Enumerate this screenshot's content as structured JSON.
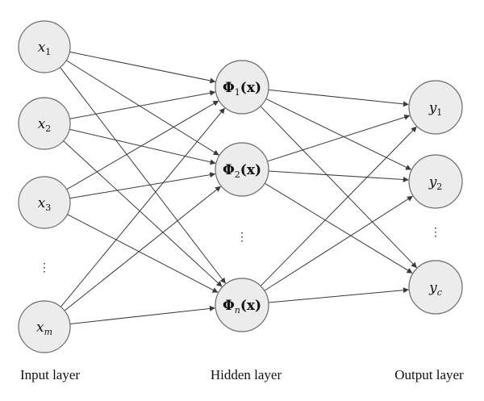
{
  "input_layer": {
    "label": "Input layer",
    "nodes": [
      {
        "base": "x",
        "sub": "1"
      },
      {
        "base": "x",
        "sub": "2"
      },
      {
        "base": "x",
        "sub": "3"
      },
      {
        "base": "x",
        "sub": "m"
      }
    ],
    "ellipsis": "⋮"
  },
  "hidden_layer": {
    "label": "Hidden layer",
    "nodes": [
      {
        "base": "Φ",
        "sub": "1",
        "arg": "(x)"
      },
      {
        "base": "Φ",
        "sub": "2",
        "arg": "(x)"
      },
      {
        "base": "Φ",
        "sub": "n",
        "arg": "(x)"
      }
    ],
    "ellipsis": "⋮"
  },
  "output_layer": {
    "label": "Output layer",
    "nodes": [
      {
        "base": "y",
        "sub": "1"
      },
      {
        "base": "y",
        "sub": "2"
      },
      {
        "base": "y",
        "sub": "c"
      }
    ],
    "ellipsis": "⋮"
  }
}
